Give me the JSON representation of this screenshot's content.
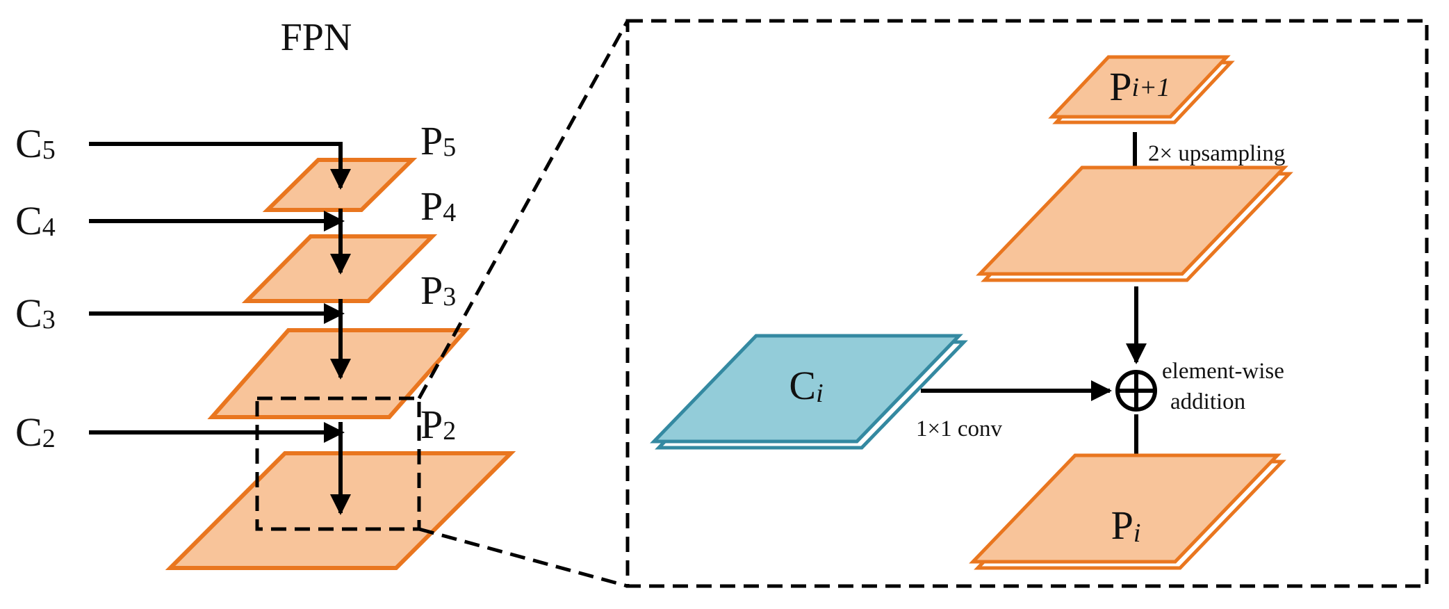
{
  "title": "FPN",
  "colors": {
    "feature_fill": "#f8c49a",
    "feature_edge": "#e9761f",
    "lateral_fill": "#93ccd9",
    "lateral_edge": "#3489a1",
    "line": "#000000"
  },
  "left": {
    "inputs": [
      {
        "main": "C",
        "sub": "5"
      },
      {
        "main": "C",
        "sub": "4"
      },
      {
        "main": "C",
        "sub": "3"
      },
      {
        "main": "C",
        "sub": "2"
      }
    ],
    "outputs": [
      {
        "main": "P",
        "sub": "5"
      },
      {
        "main": "P",
        "sub": "4"
      },
      {
        "main": "P",
        "sub": "3"
      },
      {
        "main": "P",
        "sub": "2"
      }
    ]
  },
  "detail": {
    "top_map": {
      "main": "P",
      "sub": "i+1"
    },
    "lateral_map": {
      "main": "C",
      "sub": "i"
    },
    "output_map": {
      "main": "P",
      "sub": "i"
    },
    "upsample_label": "2× upsampling",
    "conv_label": "1×1 conv",
    "add_symbol": "⊕",
    "add_label_1": "element-wise",
    "add_label_2": "addition"
  }
}
